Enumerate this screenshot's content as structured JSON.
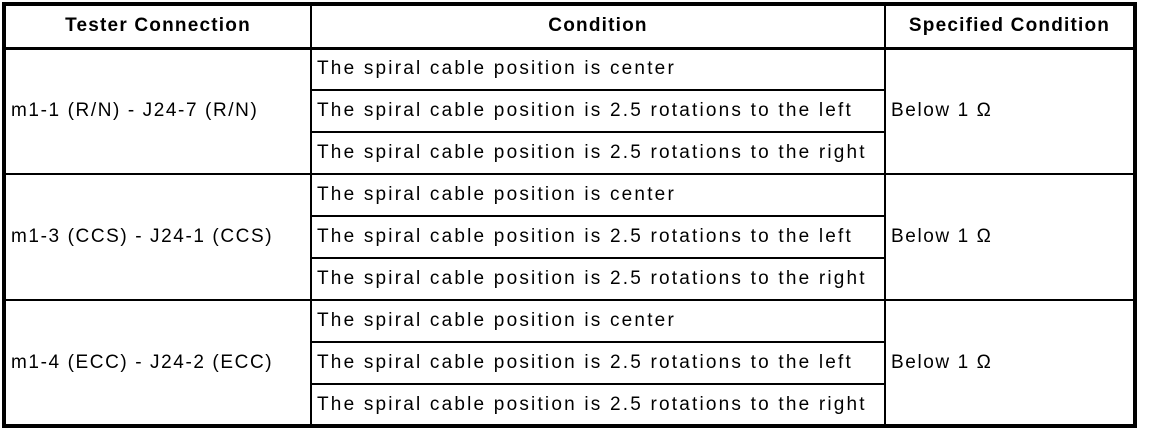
{
  "table": {
    "headers": {
      "tester_connection": "Tester Connection",
      "condition": "Condition",
      "specified_condition": "Specified Condition"
    },
    "groups": [
      {
        "tester_connection": "m1-1 (R/N) - J24-7 (R/N)",
        "conditions": [
          "The spiral cable position is center",
          "The spiral cable position is 2.5 rotations to the left",
          "The spiral cable position is 2.5 rotations to the right"
        ],
        "specified_condition": "Below 1 Ω"
      },
      {
        "tester_connection": "m1-3 (CCS) - J24-1 (CCS)",
        "conditions": [
          "The spiral cable position is center",
          "The spiral cable position is 2.5 rotations to the left",
          "The spiral cable position is 2.5 rotations to the right"
        ],
        "specified_condition": "Below 1 Ω"
      },
      {
        "tester_connection": "m1-4 (ECC) - J24-2 (ECC)",
        "conditions": [
          "The spiral cable position is center",
          "The spiral cable position is 2.5 rotations to the left",
          "The spiral cable position is 2.5 rotations to the right"
        ],
        "specified_condition": "Below 1 Ω"
      }
    ]
  },
  "colors": {
    "border": "#000000",
    "background": "#ffffff",
    "text": "#000000"
  }
}
